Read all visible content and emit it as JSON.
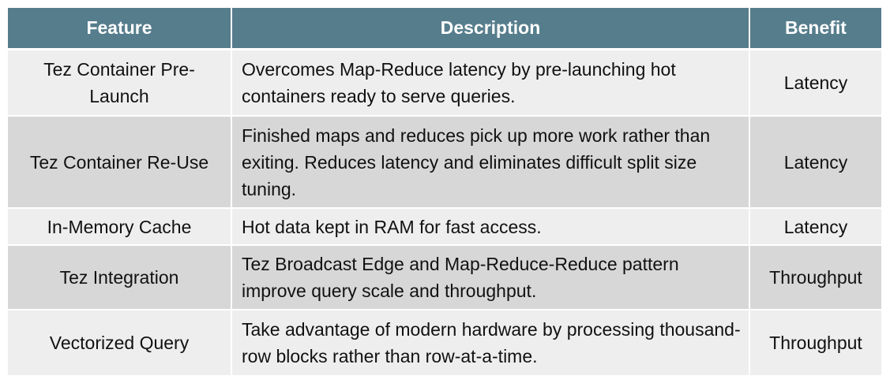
{
  "colors": {
    "header_bg": "#567d8c",
    "header_text": "#ffffff",
    "row_light": "#eeeeee",
    "row_dark": "#d7d7d7"
  },
  "table": {
    "headers": {
      "feature": "Feature",
      "description": "Description",
      "benefit": "Benefit"
    },
    "rows": [
      {
        "feature": "Tez Container Pre-Launch",
        "description": "Overcomes Map-Reduce latency by pre-launching hot containers ready to serve queries.",
        "benefit": "Latency"
      },
      {
        "feature": "Tez Container Re-Use",
        "description": "Finished maps and reduces pick up more work rather than exiting. Reduces latency and eliminates difficult split size tuning.",
        "benefit": "Latency"
      },
      {
        "feature": "In-Memory Cache",
        "description": "Hot data kept in RAM for fast access.",
        "benefit": "Latency"
      },
      {
        "feature": "Tez Integration",
        "description": "Tez Broadcast Edge and Map-Reduce-Reduce pattern improve query scale and throughput.",
        "benefit": "Throughput"
      },
      {
        "feature": "Vectorized Query",
        "description": "Take advantage of modern hardware by processing thousand-row blocks rather than row-at-a-time.",
        "benefit": "Throughput"
      }
    ]
  }
}
